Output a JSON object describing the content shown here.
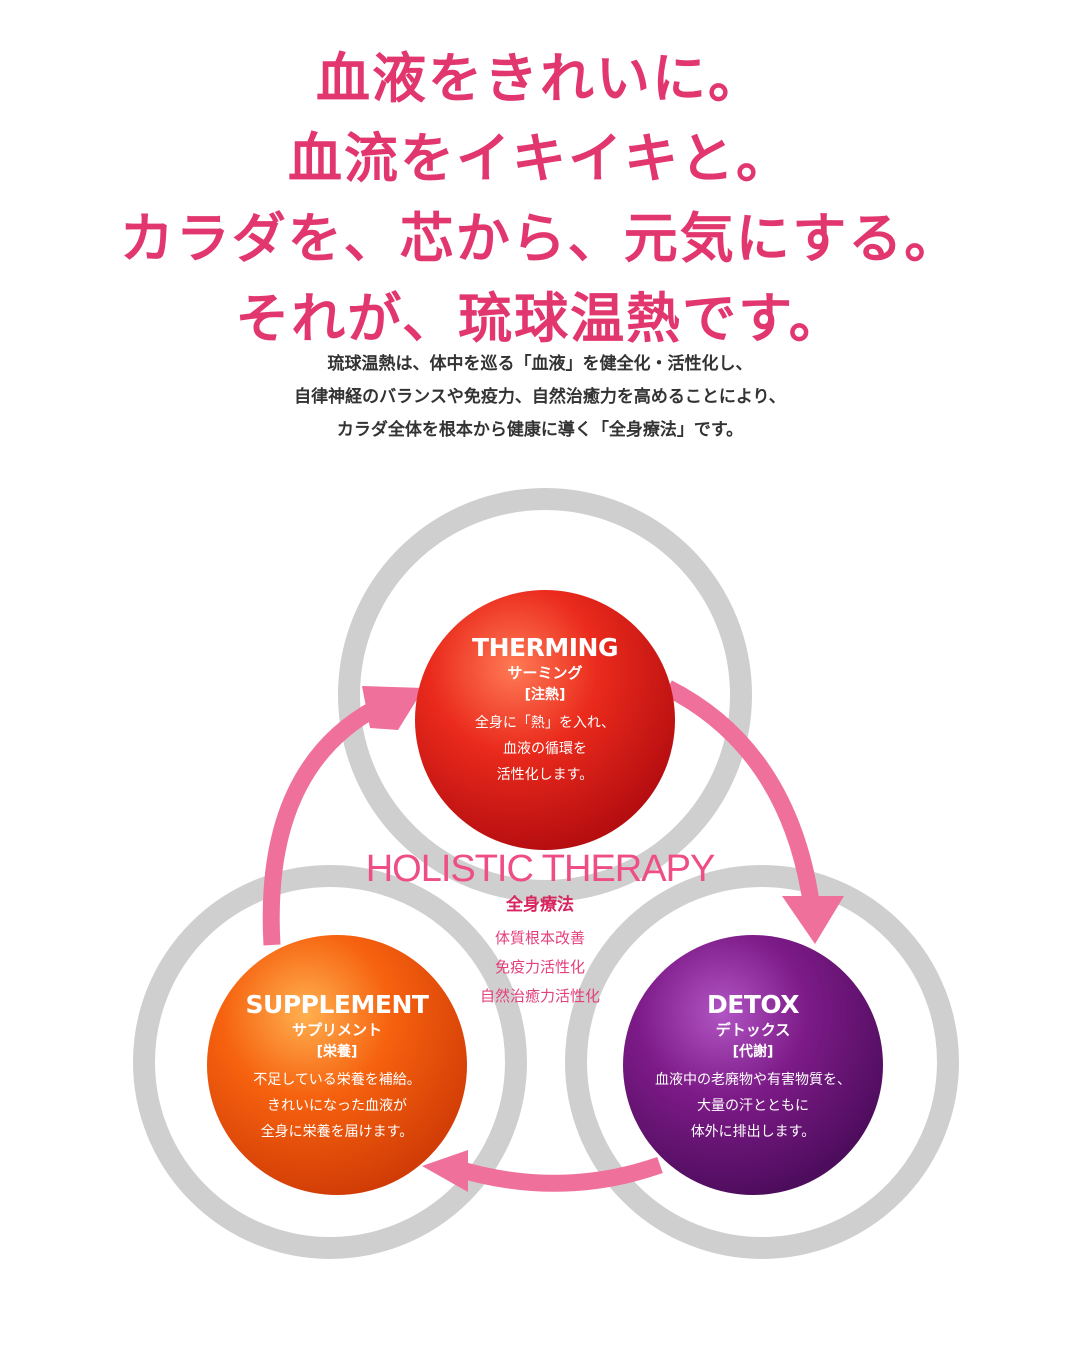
{
  "headline": {
    "lines": [
      "血液をきれいに。",
      "血流をイキイキと。",
      "カラダを、芯から、元気にする。",
      "それが、琉球温熱です。"
    ]
  },
  "intro": {
    "lines": [
      "琉球温熱は、体中を巡る「血液」を健全化・活性化し、",
      "自律神経のバランスや免疫力、自然治癒力を高めることにより、",
      "カラダ全体を根本から健康に導く「全身療法」です。"
    ]
  },
  "colors": {
    "headline": "#e2366f",
    "arrow": "#f0709c",
    "ring": "#cfcfcf",
    "therming": "#e8231c",
    "detox": "#7b1a86",
    "supplement": "#f5600f"
  },
  "center": {
    "title": "HOLISTIC THERAPY",
    "subtitle": "全身療法",
    "items": [
      "体質根本改善",
      "免疫力活性化",
      "自然治癒力活性化"
    ]
  },
  "therming": {
    "en": "THERMING",
    "kana": "サーミング",
    "kanji": "[注熱]",
    "desc": [
      "全身に「熱」を入れ、",
      "血液の循環を",
      "活性化します。"
    ]
  },
  "detox": {
    "en": "DETOX",
    "kana": "デトックス",
    "kanji": "[代謝]",
    "desc": [
      "血液中の老廃物や有害物質を、",
      "大量の汗とともに",
      "体外に排出します。"
    ]
  },
  "supplement": {
    "en": "SUPPLEMENT",
    "kana": "サプリメント",
    "kanji": "[栄養]",
    "desc": [
      "不足している栄養を補給。",
      "きれいになった血液が",
      "全身に栄養を届けます。"
    ]
  }
}
